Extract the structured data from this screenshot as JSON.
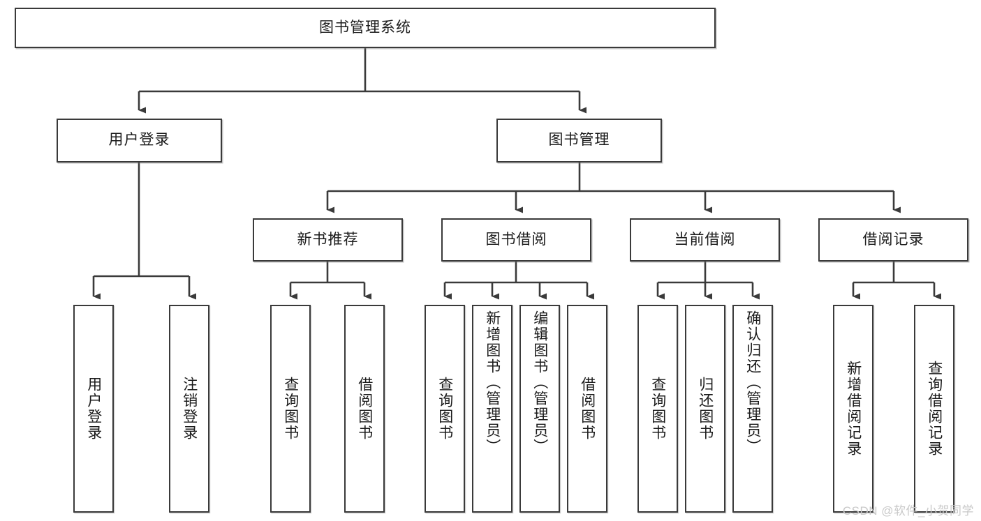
{
  "diagram": {
    "title": "图书管理系统",
    "type": "tree",
    "style": {
      "background": "#ffffff",
      "box_border": "#3a3a3a",
      "box_fill": "#ffffff",
      "text_color": "#1b1b1b",
      "connector": "#3a3a3a"
    },
    "root": {
      "label": "图书管理系统"
    },
    "level2": [
      {
        "label": "用户登录"
      },
      {
        "label": "图书管理"
      }
    ],
    "level3": [
      {
        "label": "新书推荐"
      },
      {
        "label": "图书借阅"
      },
      {
        "label": "当前借阅"
      },
      {
        "label": "借阅记录"
      }
    ],
    "leaves_user_login": [
      {
        "label": "用户登录"
      },
      {
        "label": "注销登录"
      }
    ],
    "leaves_new_book": [
      {
        "label": "查询图书"
      },
      {
        "label": "借阅图书"
      }
    ],
    "leaves_borrow": [
      {
        "label": "查询图书"
      },
      {
        "label": "新增图书（管理员）"
      },
      {
        "label": "编辑图书（管理员）"
      },
      {
        "label": "借阅图书"
      }
    ],
    "leaves_current": [
      {
        "label": "查询图书"
      },
      {
        "label": "归还图书"
      },
      {
        "label": "确认归还（管理员）"
      }
    ],
    "leaves_records": [
      {
        "label": "新增借阅记录"
      },
      {
        "label": "查询借阅记录"
      }
    ]
  },
  "watermark": {
    "text": "CSDN @软件_小贺同学"
  }
}
